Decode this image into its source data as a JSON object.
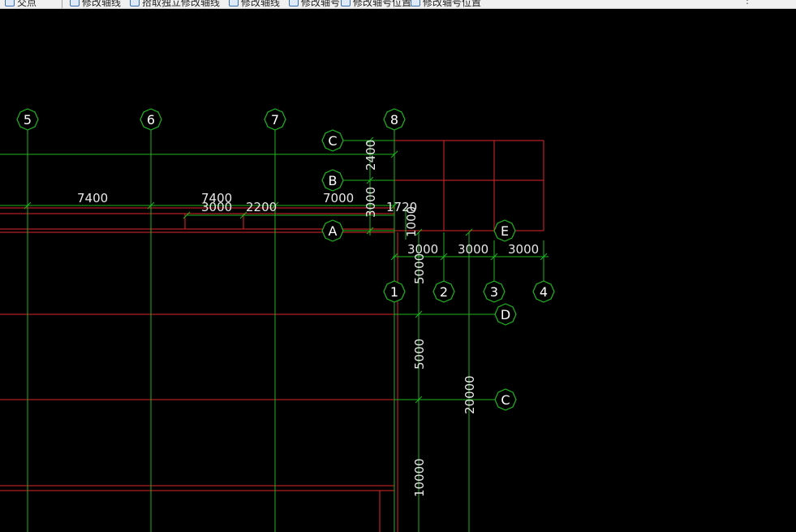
{
  "toolbar": {
    "items": [
      {
        "label": "交点"
      },
      {
        "label": "修改轴线"
      },
      {
        "label": "拾取独立修改轴线"
      },
      {
        "label": "修改轴线"
      },
      {
        "label": "修改轴号"
      },
      {
        "label": "修改轴号位置"
      },
      {
        "label": "修改轴号位置"
      }
    ],
    "more": "⋮"
  },
  "axes": {
    "top_left_numbers": [
      "5",
      "6",
      "7",
      "8"
    ],
    "left_letters": [
      "C",
      "B",
      "A"
    ],
    "right_letters": [
      "E",
      "D",
      "C"
    ],
    "bottom_numbers": [
      "1",
      "2",
      "3",
      "4"
    ]
  },
  "dimensions": {
    "top_spans": [
      "7400",
      "7400",
      "7000"
    ],
    "sub_spans": [
      "3000",
      "2200"
    ],
    "vertical_left": [
      "2400",
      "3000"
    ],
    "junction_labels": [
      "1720",
      "1000"
    ],
    "right_spans": [
      "3000",
      "3000",
      "3000"
    ],
    "vertical_right": [
      "5000",
      "5000",
      "10000"
    ],
    "vertical_total": "20000"
  },
  "colors": {
    "background": "#000000",
    "axis_line": "#1fb51f",
    "wall_line": "#e0262b",
    "label": "#e8e8e8"
  }
}
